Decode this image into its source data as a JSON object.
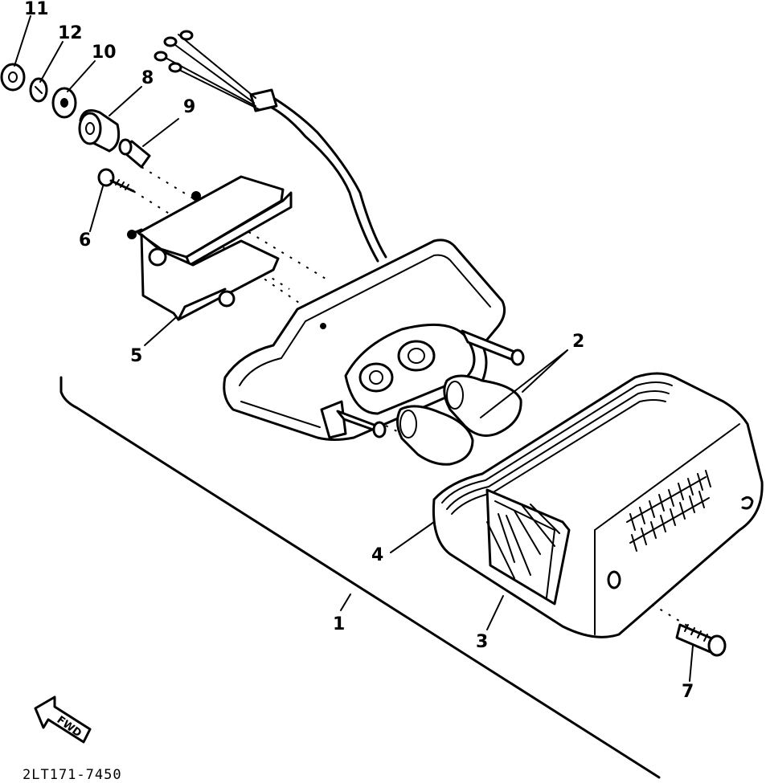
{
  "callouts": {
    "c1": "1",
    "c2": "2",
    "c3": "3",
    "c4": "4",
    "c5": "5",
    "c6": "6",
    "c7": "7",
    "c8": "8",
    "c9": "9",
    "c10": "10",
    "c11": "11",
    "c12": "12"
  },
  "direction_arrow_label": "FWD",
  "drawing_code": "2LT171-7450",
  "colors": {
    "ink": "#000000",
    "paper": "#ffffff"
  }
}
